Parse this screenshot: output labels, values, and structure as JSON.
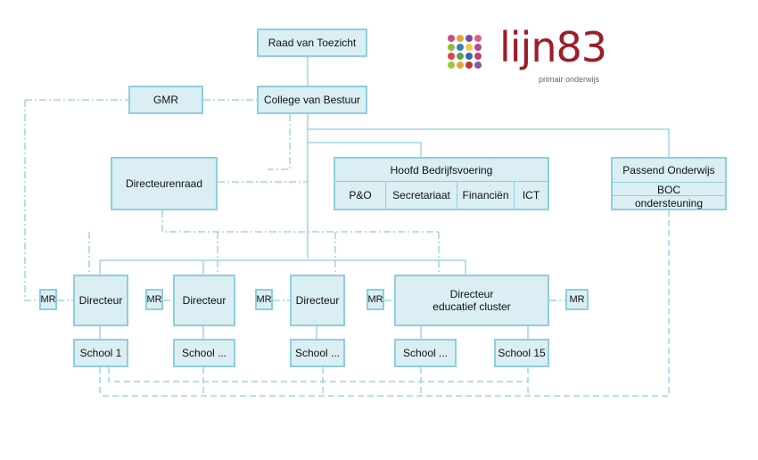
{
  "org": {
    "raad": "Raad van Toezicht",
    "gmr": "GMR",
    "college": "College van Bestuur",
    "directeurenraad": "Directeurenraad",
    "hoofd": "Hoofd Bedrijfsvoering",
    "hoofd_units": [
      "P&O",
      "Secretariaat",
      "Financiën",
      "ICT"
    ],
    "passend": "Passend Onderwijs",
    "boc1": "BOC",
    "boc2": "ondersteuning",
    "directeur": "Directeur",
    "directeur_cluster_1": "Directeur",
    "directeur_cluster_2": "educatief cluster",
    "mr": "MR",
    "schools": [
      "School 1",
      "School ...",
      "School ...",
      "School ...",
      "School 15"
    ]
  },
  "logo": {
    "name": "lijn83",
    "tagline": "primair onderwijs",
    "dot_colors": [
      "#c94f7c",
      "#e7a23b",
      "#7a4b9a",
      "#e15a8b",
      "#8bbf3f",
      "#3a7fc1",
      "#f2c94c",
      "#b34594",
      "#d9473f",
      "#5aa64f",
      "#2a6cb0",
      "#c73e6d",
      "#9acd32",
      "#e8a33d",
      "#c0392b",
      "#7e5aa8"
    ]
  },
  "colors": {
    "box_fill": "#daeef4",
    "box_border": "#8ecfde",
    "line": "#8ecfde",
    "brand": "#9b1e2a"
  }
}
